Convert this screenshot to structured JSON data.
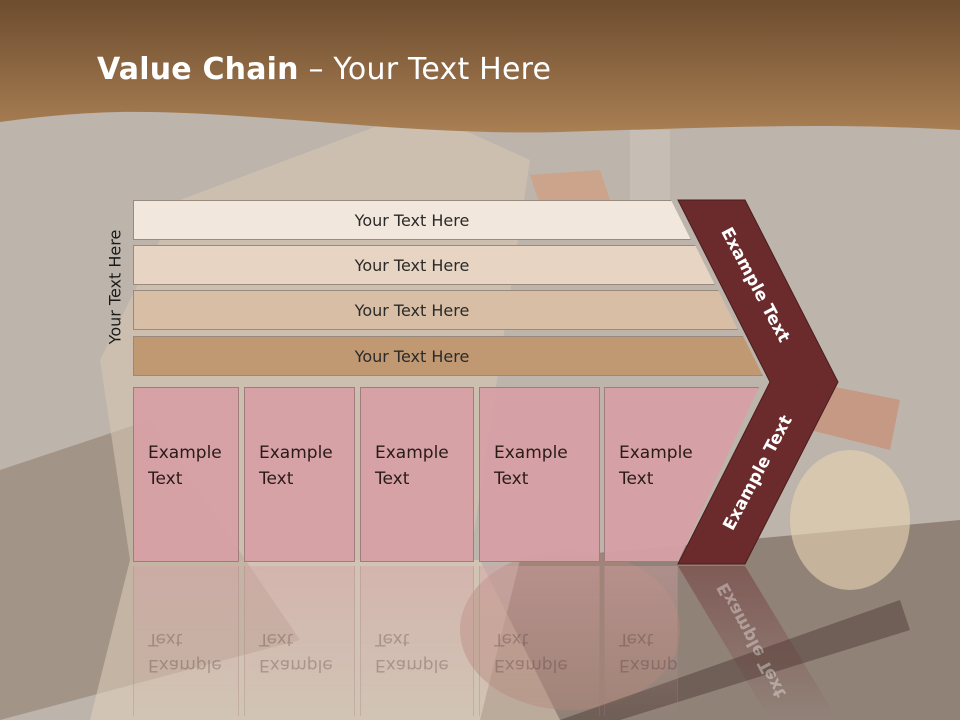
{
  "title": {
    "bold": "Value Chain",
    "rest": " – Your Text Here"
  },
  "side_label": "Your Text Here",
  "bars": [
    {
      "label": "Your Text Here",
      "color": "#f2e7dd"
    },
    {
      "label": "Your Text Here",
      "color": "#e8d4c2"
    },
    {
      "label": "Your Text Here",
      "color": "#d8bea5"
    },
    {
      "label": "Your Text Here",
      "color": "#c09871"
    }
  ],
  "boxes": [
    {
      "label": "Example\nText"
    },
    {
      "label": "Example\nText"
    },
    {
      "label": "Example\nText"
    },
    {
      "label": "Example\nText"
    },
    {
      "label": "Example\nText"
    }
  ],
  "chevron": {
    "upper_label": "Example Text",
    "lower_label": "Example Text",
    "color": "#6b2b2d"
  },
  "colors": {
    "header": "#8f6a40",
    "box": "#d6a0a5"
  }
}
